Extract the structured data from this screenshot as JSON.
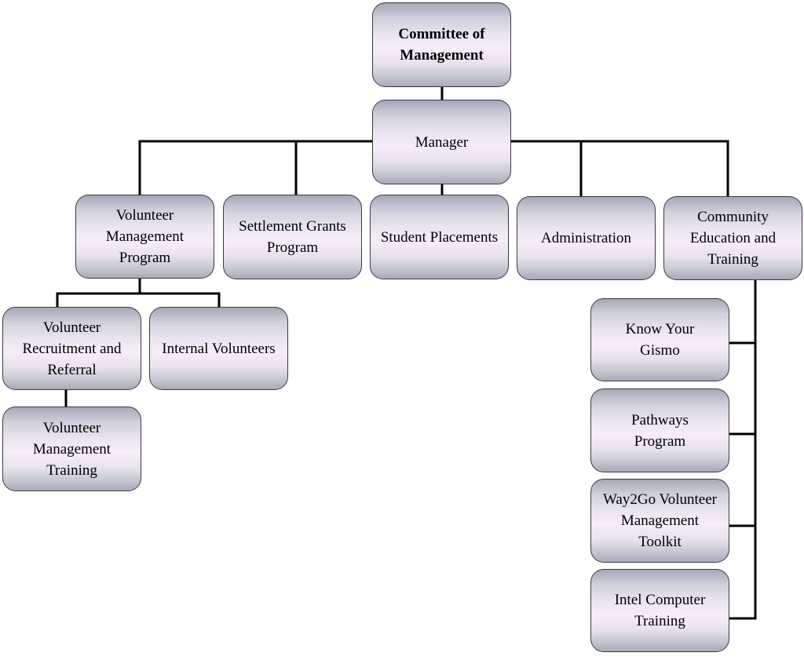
{
  "chart": {
    "nodes": {
      "committee": "Committee of\nManagement",
      "manager": "Manager",
      "volunteer_management_program": "Volunteer\nManagement\nProgram",
      "settlement_grants_program": "Settlement Grants\nProgram",
      "student_placements": "Student Placements",
      "administration": "Administration",
      "community_education_training": "Community\nEducation and\nTraining",
      "volunteer_recruitment_referral": "Volunteer\nRecruitment and\nReferral",
      "internal_volunteers": "Internal Volunteers",
      "volunteer_management_training": "Volunteer\nManagement\nTraining",
      "know_your_gismo": "Know Your\nGismo",
      "pathways_program": "Pathways\nProgram",
      "way2go_toolkit": "Way2Go Volunteer\nManagement\nToolkit",
      "intel_computer_training": "Intel Computer\nTraining"
    },
    "colors": {
      "box_border": "#3a3a48",
      "box_fill_center": "#f7ecf8",
      "box_fill_edge": "#a6a8b6",
      "connector": "#000000"
    }
  }
}
